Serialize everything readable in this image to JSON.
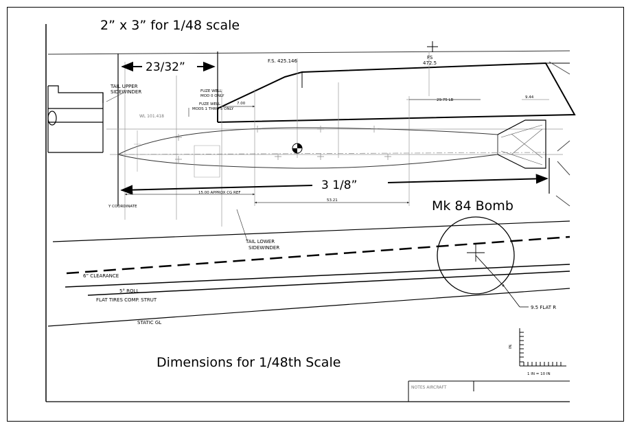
{
  "header": {
    "scale_note": "2” x 3” for 1/48 scale"
  },
  "dimensions": {
    "fin_length": "23/32”",
    "body_length": "3 1/8”"
  },
  "labels": {
    "bomb_name": "Mk 84 Bomb",
    "footer_title": "Dimensions for 1/48th Scale"
  },
  "drawing_text": {
    "fs_1": "F.S.  425.146",
    "fs_2_line1": "FS",
    "fs_2_line2": "472.5",
    "tail_upper_line1": "TAIL  UPPER",
    "tail_upper_line2": "SIDEWINDER",
    "fuze_well_1_line1": "FUZE WELL",
    "fuze_well_1_line2": "MOD 0 ONLY",
    "fuze_well_2_line1": "FUZE WELL",
    "fuze_well_2_line2": "MODS 1 THRU 5 ONLY",
    "wl": "WL  101.418",
    "dim_700": "7.00",
    "dim_2975": "29.75 LB",
    "dim_944": "9.44",
    "dim_1500": "15.00 APPROX CG REF",
    "dim_5321": "53.21",
    "y_coordinate": "Y COORDINATE",
    "tail_lower_line1": "TAIL  LOWER",
    "tail_lower_line2": "SIDEWINDER",
    "clearance": "6” CLEARANCE",
    "roll": "5°  ROLL",
    "flat_tires": "FLAT TIRES COMP. STRUT",
    "static_gl": "STATIC  GL",
    "flat_r": "9.5  FLAT  R",
    "scale_in": "IN.",
    "scale_ratio": "1 IN = 10 IN",
    "notes": "NOTES  AIRCRAFT"
  }
}
